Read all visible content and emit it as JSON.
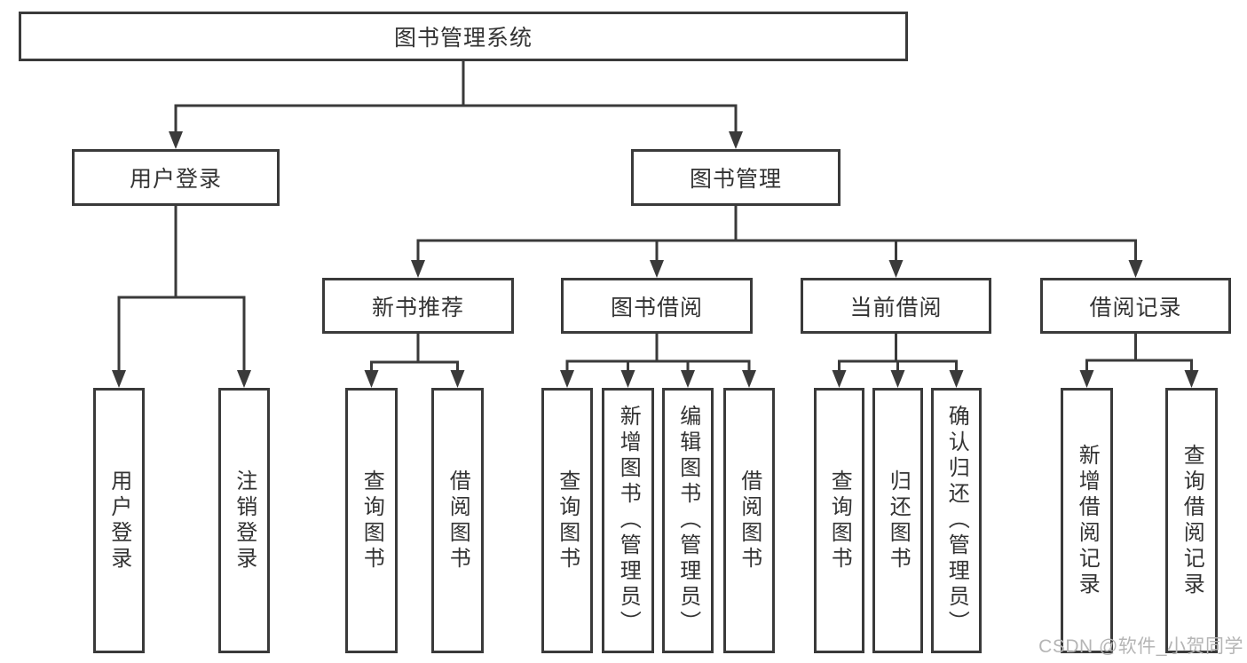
{
  "colors": {
    "line": "#3a3a3a",
    "text": "#333333",
    "background": "#ffffff",
    "watermark": "#b5b5b5"
  },
  "diagram": {
    "root": {
      "label": "图书管理系统"
    },
    "level2": [
      {
        "label": "用户登录"
      },
      {
        "label": "图书管理"
      }
    ],
    "level3": [
      {
        "label": "新书推荐"
      },
      {
        "label": "图书借阅"
      },
      {
        "label": "当前借阅"
      },
      {
        "label": "借阅记录"
      }
    ],
    "leaves": [
      {
        "parent": "用户登录",
        "label": "用户登录"
      },
      {
        "parent": "用户登录",
        "label": "注销登录"
      },
      {
        "parent": "新书推荐",
        "label": "查询图书"
      },
      {
        "parent": "新书推荐",
        "label": "借阅图书"
      },
      {
        "parent": "图书借阅",
        "label": "查询图书"
      },
      {
        "parent": "图书借阅",
        "label": "新增图书（管理员）"
      },
      {
        "parent": "图书借阅",
        "label": "编辑图书（管理员）"
      },
      {
        "parent": "图书借阅",
        "label": "借阅图书"
      },
      {
        "parent": "当前借阅",
        "label": "查询图书"
      },
      {
        "parent": "当前借阅",
        "label": "归还图书"
      },
      {
        "parent": "当前借阅",
        "label": "确认归还（管理员）"
      },
      {
        "parent": "借阅记录",
        "label": "新增借阅记录"
      },
      {
        "parent": "借阅记录",
        "label": "查询借阅记录"
      }
    ]
  },
  "watermark": {
    "text": "CSDN @软件_小贺同学"
  }
}
